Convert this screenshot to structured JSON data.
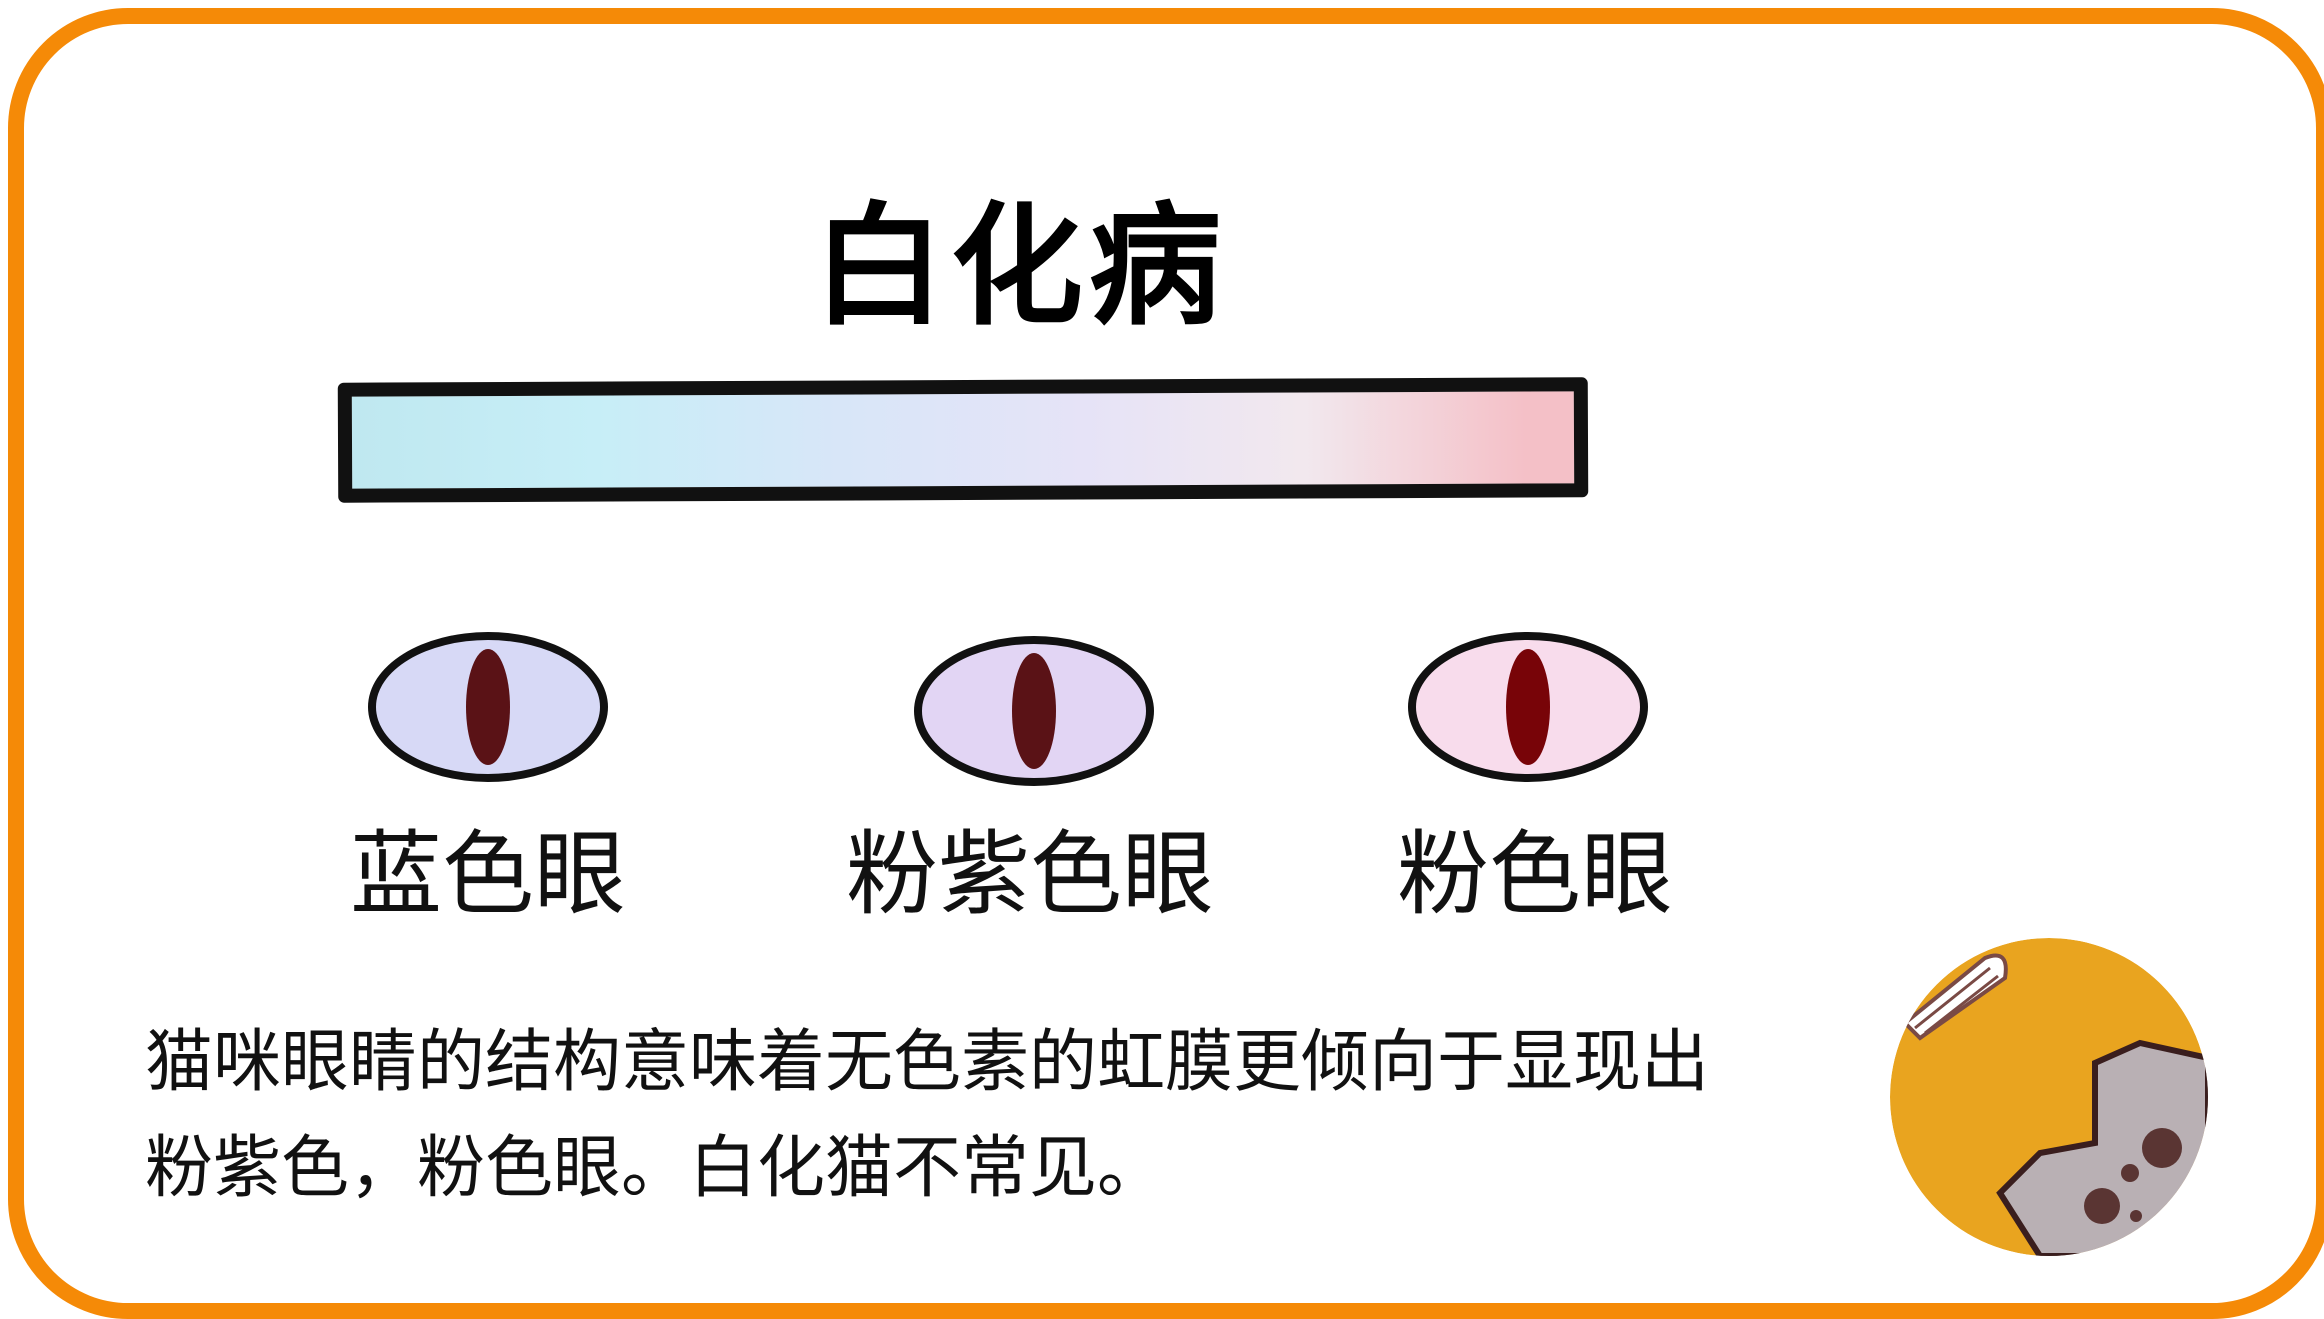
{
  "title": "白化病",
  "eyes": [
    {
      "label": "蓝色眼",
      "iris_color": "#D7D9F6",
      "pupil_color": "#5A1216"
    },
    {
      "label": "粉紫色眼",
      "iris_color": "#E2D5F4",
      "pupil_color": "#5A1216"
    },
    {
      "label": "粉色眼",
      "iris_color": "#F8DCEC",
      "pupil_color": "#780408"
    }
  ],
  "caption": {
    "line1": "猫咪眼睛的结构意味着无色素的虹膜更倾向于显现出",
    "line2": "粉紫色，粉色眼。白化猫不常见。"
  },
  "colors": {
    "border": "#F58A07",
    "badge": "#E9A41F",
    "gradient_left": "#BFE8F0",
    "gradient_right": "#F4C0C7"
  },
  "decoration": {
    "badge_icon": "cat-paw-icon"
  }
}
